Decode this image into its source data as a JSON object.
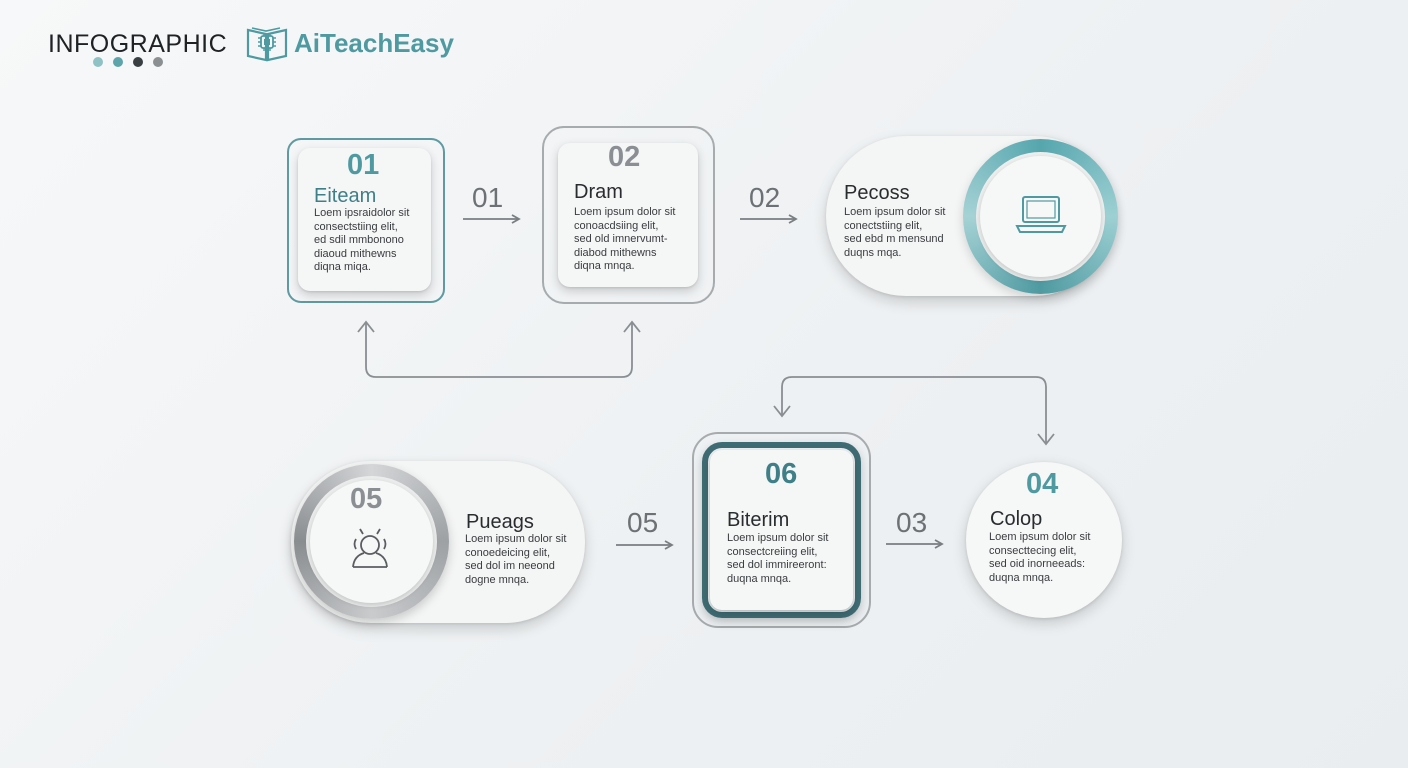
{
  "header": {
    "title": "INFOGRAPHIC",
    "brand": "AiTeachEasy",
    "dots": [
      "#8fc2c4",
      "#5ea4ab",
      "#3a3f44",
      "#8c8f92"
    ]
  },
  "colors": {
    "teal": "#4f9aa1",
    "dark_teal": "#3f6c74",
    "gray": "#8b8f93"
  },
  "steps": [
    {
      "number": "01",
      "title": "Eiteam",
      "body": "Loem ipsraidolor sit\nconsectstiing elit,\ned sdil mmbonono\ndiaoud mithewns\ndiqna miqa."
    },
    {
      "number": "02",
      "title": "Dram",
      "body": "Loem ipsum dolor sit\nconoacdsiing elit,\nsed old imnervumt-\ndiabod mithewns\ndiqna mnqa."
    },
    {
      "title": "Pecoss",
      "body": "Loem ipsum dolor sit\nconectstiing elit,\nsed ebd m mensund\nduqns mqa.",
      "icon": "laptop-icon"
    },
    {
      "number": "05",
      "title": "Pueags",
      "body": "Loem ipsum dolor sit\nconoedeicing elit,\nsed dol im neeond\ndogne mnqa.",
      "icon": "person-signal-icon"
    },
    {
      "number": "06",
      "title": "Biterim",
      "body": "Loem ipsum dolor sit\nconsectcreiing elit,\nsed dol immireeront:\nduqna mnqa."
    },
    {
      "number": "04",
      "title": "Colop",
      "body": "Loem ipsum dolor sit\nconsecttecing elit,\nsed oid inorneeads:\nduqna mnqa."
    }
  ],
  "arrows": [
    "01",
    "02",
    "05",
    "03"
  ]
}
